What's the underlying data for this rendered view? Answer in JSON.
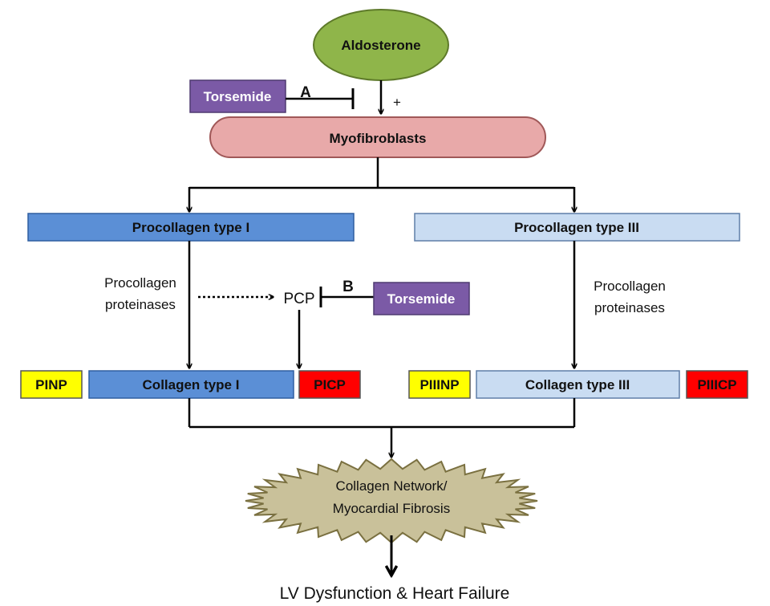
{
  "nodes": {
    "aldosterone": "Aldosterone",
    "torsemide_a": "Torsemide",
    "label_a": "A",
    "plus_sign": "+",
    "myofibroblasts": "Myofibroblasts",
    "procollagen_type_1": "Procollagen type I",
    "procollagen_type_3": "Procollagen type III",
    "proteinases_left": [
      "Procollagen",
      "proteinases"
    ],
    "proteinases_right": [
      "Procollagen",
      "proteinases"
    ],
    "pcp": "PCP",
    "label_b": "B",
    "torsemide_b": "Torsemide",
    "pinp": "PINP",
    "collagen_type_1": "Collagen type I",
    "picp": "PICP",
    "piiinp": "PIIINP",
    "collagen_type_3": "Collagen type III",
    "piiicp": "PIIICP",
    "collagen_network": [
      "Collagen Network/",
      "Myocardial Fibrosis"
    ],
    "outcome": "LV Dysfunction & Heart Failure"
  },
  "colors": {
    "aldosterone_fill": "#8fb54a",
    "torsemide_fill": "#7b5aa6",
    "myofibroblasts_fill": "#e8a9a9",
    "procollagen_1_fill": "#5b8fd6",
    "procollagen_3_fill": "#c9dcf2",
    "pinp_fill": "#ffff00",
    "picp_fill": "#ff0000",
    "network_fill": "#c9c19a"
  }
}
